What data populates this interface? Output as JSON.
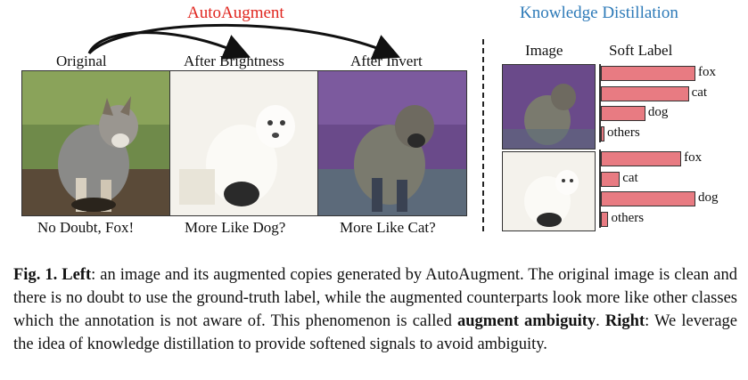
{
  "header": {
    "autoaugment": "AutoAugment",
    "distillation": "Knowledge Distillation"
  },
  "columns": {
    "original": "Original",
    "brightness": "After Brightness",
    "invert": "After Invert"
  },
  "captions": {
    "original": "No Doubt, Fox!",
    "brightness": "More Like Dog?",
    "invert": "More Like Cat?"
  },
  "right_panel": {
    "image_heading": "Image",
    "soft_label_heading": "Soft Label",
    "groups": [
      {
        "labels": [
          "fox",
          "cat",
          "dog",
          "others"
        ],
        "values": [
          1.0,
          0.93,
          0.47,
          0.03
        ]
      },
      {
        "labels": [
          "fox",
          "cat",
          "dog",
          "others"
        ],
        "values": [
          0.85,
          0.2,
          1.0,
          0.08
        ]
      }
    ]
  },
  "colors": {
    "autoaugment": "#e0261f",
    "distillation": "#2d7ab8",
    "bar_fill": "#e87b82"
  },
  "figure_caption": {
    "fig": "Fig. 1.",
    "left": "Left",
    "text1": ": an image and its augmented copies generated by AutoAugment. The original image is clean and there is no doubt to use the ground-truth label, while the augmented counterparts look more like other classes which the annotation is not aware of. This phenomenon is called ",
    "bold_term": "augment ambiguity",
    "text2": ". ",
    "right": "Right",
    "text3": ": We leverage the idea of knowledge distillation to provide softened signals to avoid ambiguity."
  }
}
